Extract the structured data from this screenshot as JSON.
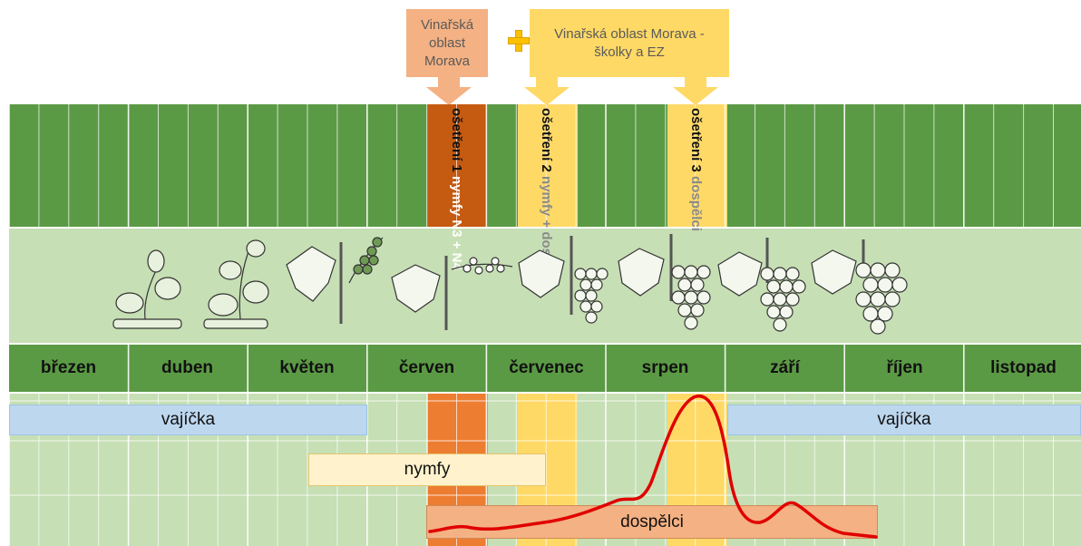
{
  "callouts": {
    "left": "Vinařská oblast Morava",
    "right": "Vinařská oblast Morava - školky a EZ",
    "plus_symbol": "+"
  },
  "treatments": [
    {
      "title": "ošetření 1",
      "subtitle": "nymfy N3 + N4"
    },
    {
      "title": "ošetření 2",
      "subtitle": "nymfy + dospělci"
    },
    {
      "title": "ošetření 3",
      "subtitle": "dospělci"
    }
  ],
  "months": [
    "březen",
    "duben",
    "květen",
    "červen",
    "červenec",
    "srpen",
    "září",
    "říjen",
    "listopad"
  ],
  "stages": {
    "eggs_left": "vajíčka",
    "eggs_right": "vajíčka",
    "nymphs": "nymfy",
    "adults": "dospělci"
  },
  "colors": {
    "dark_green": "#5b9a45",
    "light_green": "#c6dfb4",
    "treatment1": "#c55a11",
    "treatment_light": "#ffd966",
    "callout_left": "#f4b183",
    "callout_right": "#ffd966",
    "eggs": "#bdd7ee",
    "nymphs": "#fff2cc",
    "adults": "#f4b183",
    "curve": "#e00000"
  },
  "vine_stages_icons": [
    "shoot-icon",
    "shoot-leaves-icon",
    "leaf-flower-icon",
    "leaf-flowering-icon",
    "leaf-small-berries-icon",
    "leaf-berries-icon",
    "leaf-bunch-icon",
    "leaf-ripe-bunch-icon"
  ]
}
